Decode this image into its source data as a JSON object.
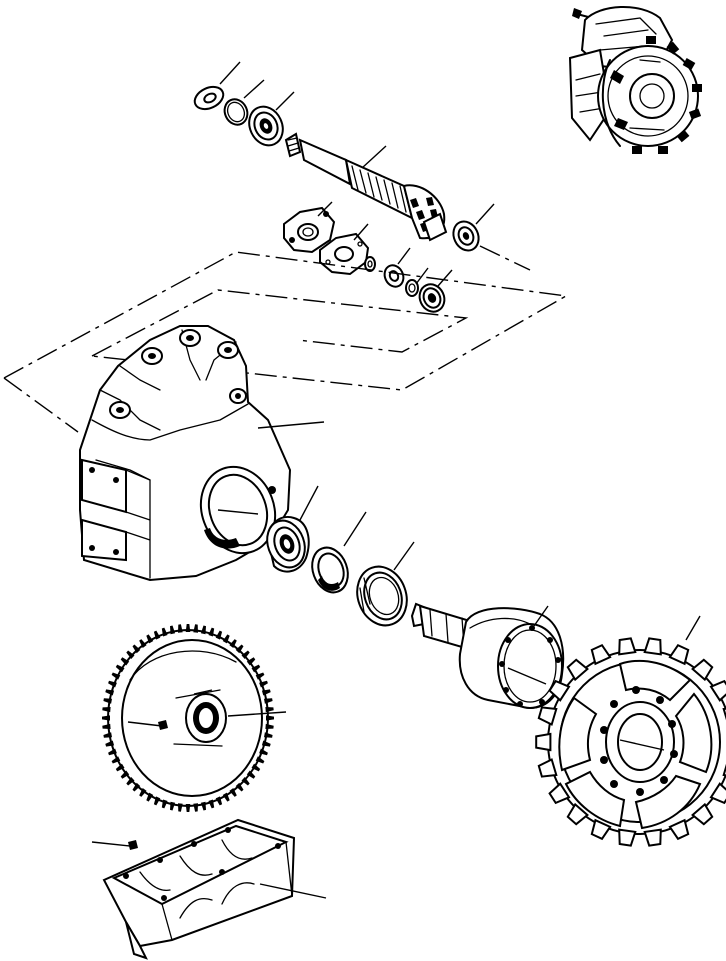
{
  "parts": [
    {
      "id": "thrust-washer"
    },
    {
      "id": "snap-ring"
    },
    {
      "id": "pinion-bearing-outer"
    },
    {
      "id": "pinion-shaft"
    },
    {
      "id": "pinion-bearing-inner"
    },
    {
      "id": "bearing-cover"
    },
    {
      "id": "cover-gasket"
    },
    {
      "id": "small-bearing-set"
    },
    {
      "id": "final-drive-housing"
    },
    {
      "id": "hub-bearing-cone"
    },
    {
      "id": "hub-bearing-cup"
    },
    {
      "id": "seal-ring"
    },
    {
      "id": "hub-shaft"
    },
    {
      "id": "sprocket"
    },
    {
      "id": "bull-gear"
    },
    {
      "id": "drain-plug-gear"
    },
    {
      "id": "drain-plug-pan"
    },
    {
      "id": "oil-pan"
    }
  ],
  "inset": {
    "id": "assembly-reference-view"
  }
}
